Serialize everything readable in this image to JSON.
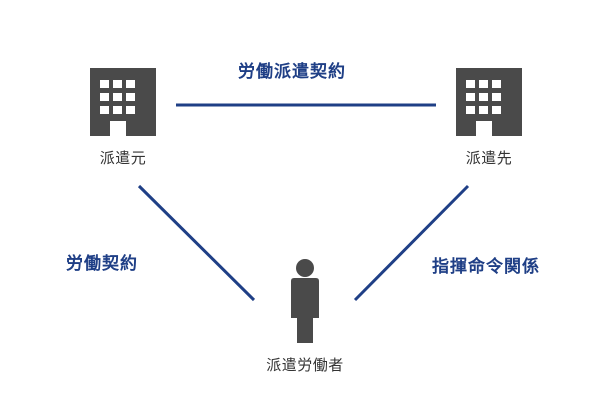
{
  "nodes": {
    "dispatcher": {
      "label": "派遣元",
      "icon": "office-building-icon"
    },
    "client": {
      "label": "派遣先",
      "icon": "office-building-icon"
    },
    "worker": {
      "label": "派遣労働者",
      "icon": "person-icon"
    }
  },
  "relations": {
    "dispatch_contract": {
      "label": "労働派遣契約"
    },
    "employment_contract": {
      "label": "労働契約"
    },
    "command_relationship": {
      "label": "指揮命令関係"
    }
  },
  "colors": {
    "line": "#1f3f86",
    "label": "#1f3f86",
    "icon": "#4a4a4a",
    "node_text": "#333333"
  }
}
